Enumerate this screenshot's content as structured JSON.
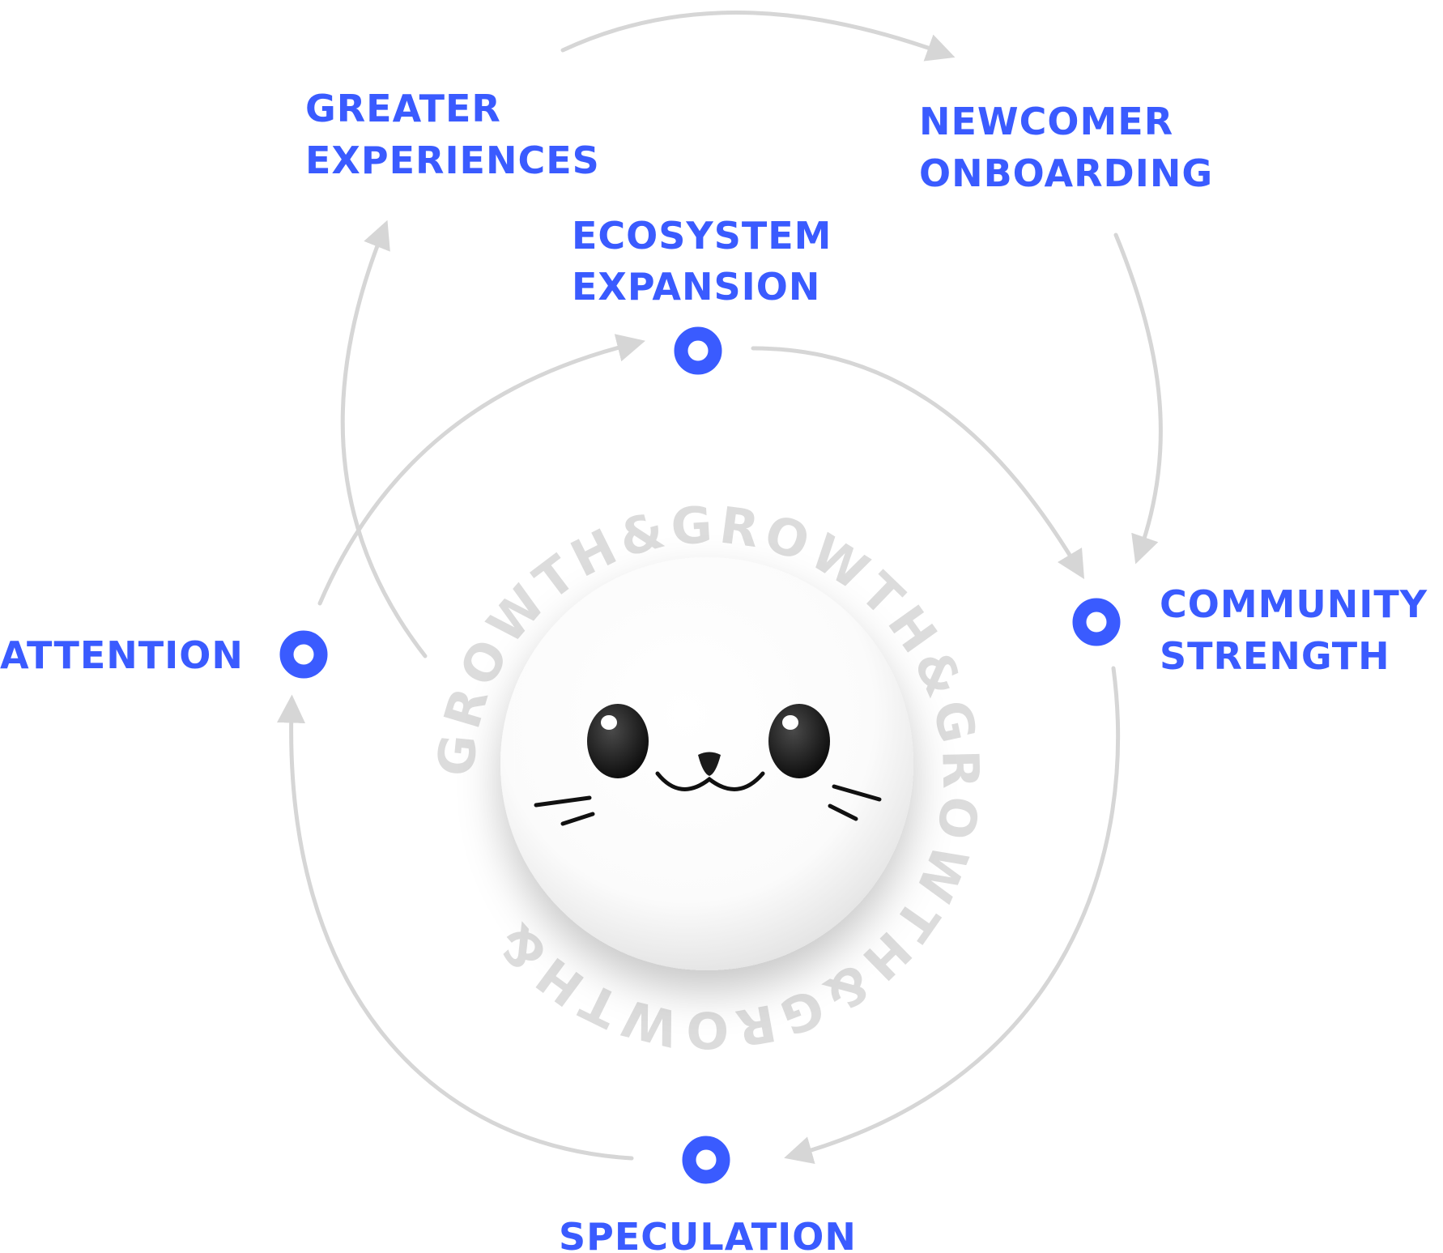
{
  "colors": {
    "accent": "#3a5bff",
    "arrow": "#d6d6d6",
    "ring_text": "#dcdcdc"
  },
  "ring_text": "GROWTH&GROWTH&GROWTH&GROWTH&",
  "nodes": {
    "ecosystem_expansion": {
      "line1": "ECOSYSTEM",
      "line2": "EXPANSION"
    },
    "community_strength": {
      "line1": "COMMUNITY",
      "line2": "STRENGTH"
    },
    "speculation": {
      "line1": "SPECULATION"
    },
    "attention": {
      "line1": "ATTENTION"
    }
  },
  "outer_labels": {
    "greater_experiences": {
      "line1": "GREATER",
      "line2": "EXPERIENCES"
    },
    "newcomer_onboarding": {
      "line1": "NEWCOMER",
      "line2": "ONBOARDING"
    }
  },
  "center_icon": "seal-face-icon"
}
